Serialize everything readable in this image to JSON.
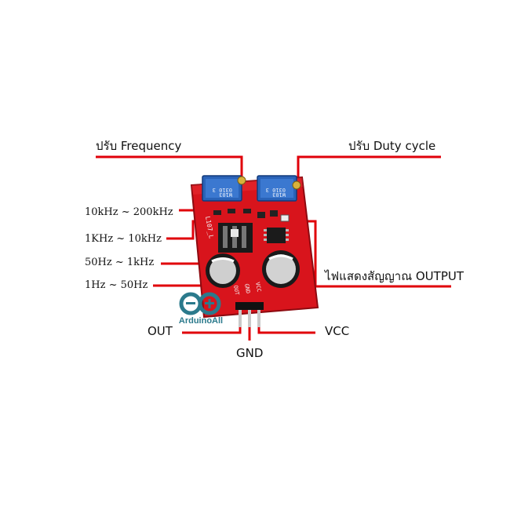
{
  "labels": {
    "freq_adjust": "ปรับ Frequency",
    "duty_adjust": "ปรับ Duty cycle",
    "range_1": "10kHz ~ 200kHz",
    "range_2": "1KHz ~ 10kHz",
    "range_3": "50Hz ~ 1kHz",
    "range_4": "1Hz ~ 50Hz",
    "output_led": "ไฟแสดงสัญญาณ OUTPUT",
    "out": "OUT",
    "gnd": "GND",
    "vcc": "VCC"
  },
  "board": {
    "pot_marking": "W103",
    "pot_marking_2": "0310 3",
    "silk_out": "OUT",
    "silk_gnd": "GND",
    "silk_vcc": "VCC",
    "silk_jumper": "L107_L"
  },
  "logo": {
    "text": "ArduinoAll",
    "icon": "infinity-minus-plus-icon"
  },
  "colors": {
    "pointer_line": "#e0000a",
    "pcb": "#d8141c",
    "pot": "#2a63b8",
    "logo": "#2b7a8c"
  }
}
